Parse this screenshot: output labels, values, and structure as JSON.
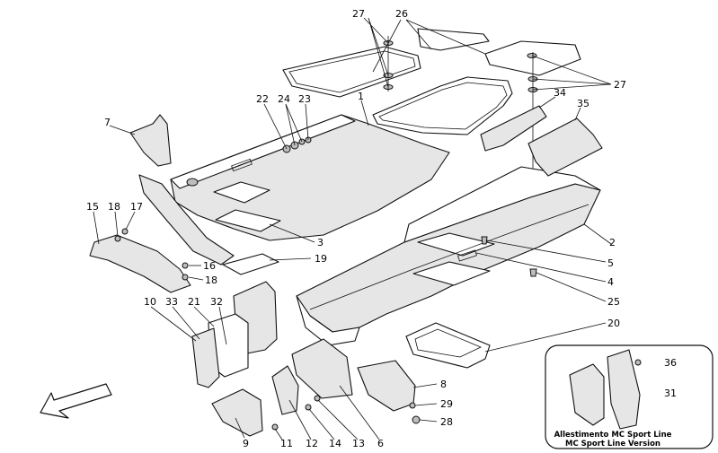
{
  "callouts": {
    "c27a": "27",
    "c26": "26",
    "c27b": "27",
    "c1": "1",
    "c22": "22",
    "c24": "24",
    "c23": "23",
    "c34": "34",
    "c35": "35",
    "c7": "7",
    "c15": "15",
    "c18a": "18",
    "c17": "17",
    "c3": "3",
    "c2": "2",
    "c5": "5",
    "c4": "4",
    "c25": "25",
    "c16": "16",
    "c18b": "18",
    "c19": "19",
    "c10": "10",
    "c33": "33",
    "c21": "21",
    "c32": "32",
    "c20": "20",
    "c8": "8",
    "c29": "29",
    "c28": "28",
    "c9": "9",
    "c11": "11",
    "c12": "12",
    "c14": "14",
    "c13": "13",
    "c6": "6",
    "c36": "36",
    "c31": "31"
  },
  "inset": {
    "caption_line1": "Allestimento MC Sport Line",
    "caption_line2": "MC Sport Line Version"
  }
}
